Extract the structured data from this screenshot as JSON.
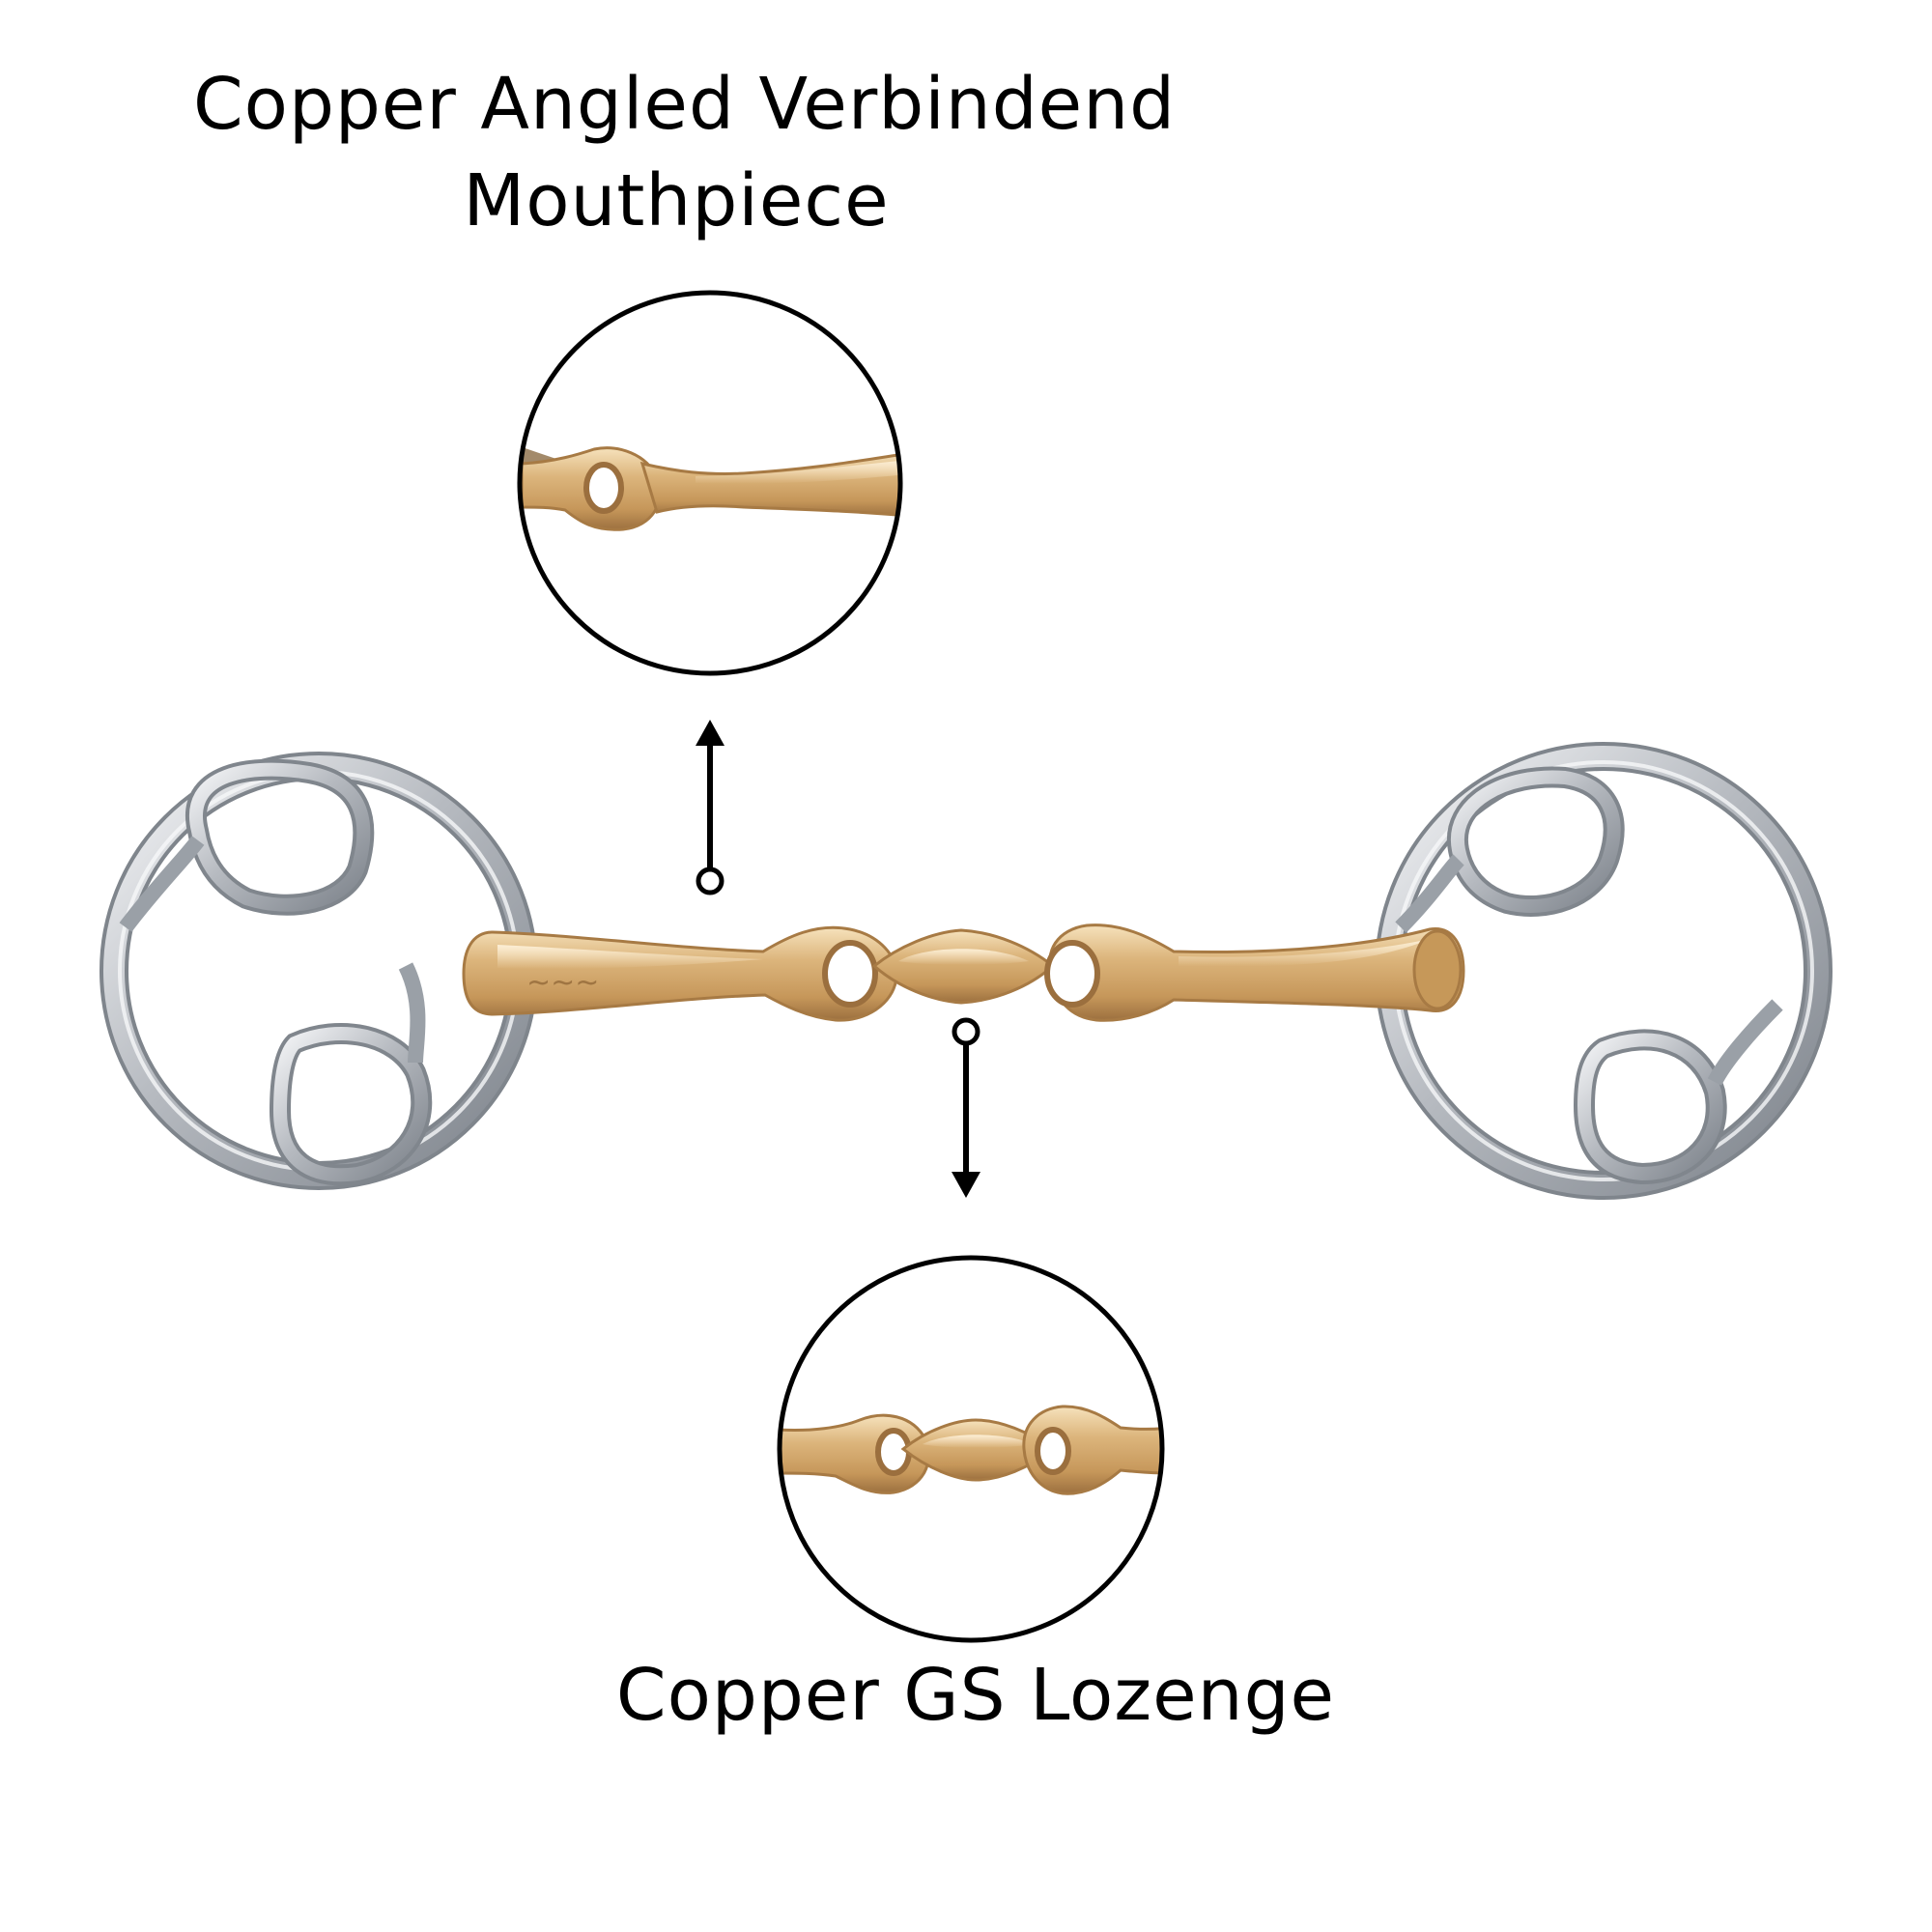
{
  "callouts": {
    "top": {
      "line1": "Copper Angled Verbindend",
      "line2": "Mouthpiece"
    },
    "bottom": {
      "label": "Copper GS Lozenge"
    }
  },
  "colors": {
    "steel": "#b8bcc2",
    "steel_dark": "#8a8f96",
    "copper": "#d9b277",
    "copper_dark": "#a77a44",
    "copper_light": "#f3dcb2",
    "outline": "#000000"
  }
}
